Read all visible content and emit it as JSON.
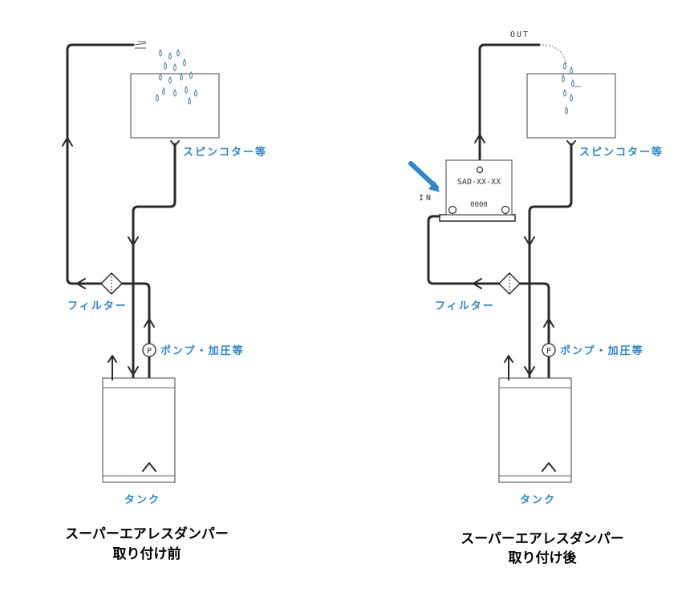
{
  "colors": {
    "label": "#2e86c9",
    "pipe": "#2a2a2a",
    "title": "#000000",
    "inlet_arrow": "#2e86c9"
  },
  "left": {
    "spin_label": "スピンコター等",
    "filter_label": "フィルター",
    "pump_label": "ポンプ・加圧等",
    "pump_symbol": "P",
    "tank_label": "タンク",
    "title_line1": "スーパーエアレスダンパー",
    "title_line2": "取り付け前"
  },
  "right": {
    "spin_label": "スピンコター等",
    "filter_label": "フィルター",
    "pump_label": "ポンプ・加圧等",
    "pump_symbol": "P",
    "tank_label": "タンク",
    "out_label": "OUT",
    "in_label": "IN",
    "damper_model": "SAD-XX-XX",
    "damper_code": "0000",
    "title_line1": "スーパーエアレスダンパー",
    "title_line2": "取り付け後"
  }
}
